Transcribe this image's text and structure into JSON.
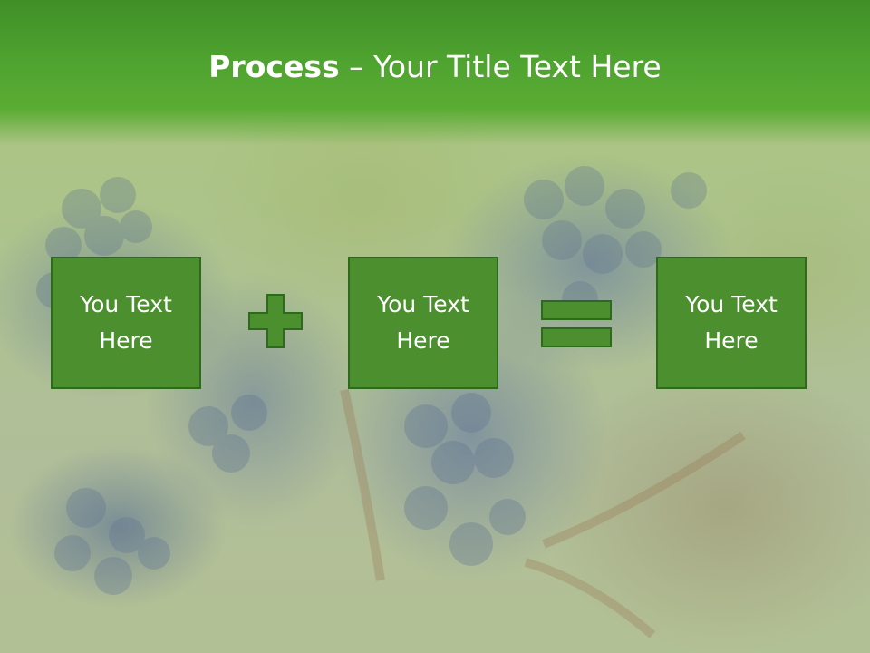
{
  "slide": {
    "title_bold": "Process",
    "title_rest": " – Your Title Text Here",
    "boxes": [
      {
        "text": "You Text\nHere"
      },
      {
        "text": "You Text\nHere"
      },
      {
        "text": "You Text\nHere"
      }
    ],
    "operators": [
      "plus-icon",
      "equals-icon"
    ]
  },
  "colors": {
    "header_green": "#4ea22f",
    "box_fill": "#4b8f2e",
    "box_border": "#2e6a1b"
  }
}
